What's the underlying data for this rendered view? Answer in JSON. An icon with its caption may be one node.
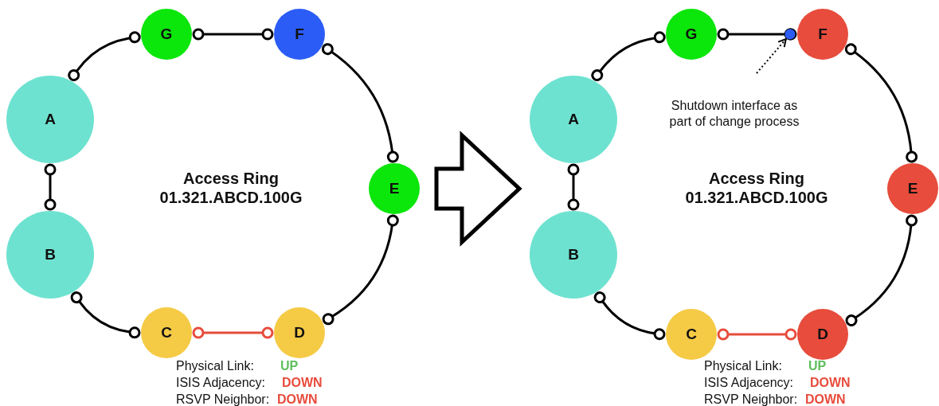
{
  "diagram": {
    "nodes": [
      {
        "text": [],
        "shape": "ring"
      },
      {
        "text": [
          "A"
        ],
        "in": 0
      },
      {
        "text": [
          "B"
        ],
        "in": 0
      },
      {
        "text": [
          "C"
        ],
        "in": 0
      },
      {
        "text": [
          "D"
        ],
        "in": 0
      },
      {
        "text": [
          "E"
        ],
        "in": 0
      },
      {
        "text": [
          "F"
        ],
        "in": 0
      },
      {
        "text": [
          "G"
        ],
        "in": 0
      },
      {
        "text": [],
        "shape": "ring"
      },
      {
        "text": [
          "A"
        ],
        "in": 8
      },
      {
        "text": [
          "B"
        ],
        "in": 8
      },
      {
        "text": [
          "C"
        ],
        "in": 8
      },
      {
        "text": [
          "D"
        ],
        "in": 8
      },
      {
        "text": [
          "E"
        ],
        "in": 8
      },
      {
        "text": [
          "F"
        ],
        "in": 8
      },
      {
        "text": [
          "G"
        ],
        "in": 8
      },
      {
        "text": [
          "Shutdown interface as part of change process"
        ],
        "in": 8
      },
      {
        "text": [],
        "shape": "circle"
      }
    ],
    "edges": [
      {
        "from": 1,
        "to": 2,
        "arrow": "other"
      },
      {
        "from": 2,
        "to": 3,
        "arrow": "other"
      },
      {
        "from": 3,
        "to": 4,
        "arrow": "other",
        "color": "#e74c3c"
      },
      {
        "from": 4,
        "to": 5,
        "arrow": "other"
      },
      {
        "from": 5,
        "to": 6,
        "arrow": "other"
      },
      {
        "from": 6,
        "to": 7,
        "arrow": "other"
      },
      {
        "from": 7,
        "to": 1,
        "arrow": "other"
      },
      {
        "from": 9,
        "to": 10,
        "arrow": "other"
      },
      {
        "from": 10,
        "to": 11,
        "arrow": "other"
      },
      {
        "from": 11,
        "to": 12,
        "arrow": "other",
        "color": "#e74c3c"
      },
      {
        "from": 12,
        "to": 13,
        "arrow": "other"
      },
      {
        "from": 13,
        "to": 14,
        "arrow": "other"
      },
      {
        "from": 15,
        "to": 14,
        "arrow": "other"
      },
      {
        "from": 15,
        "to": 9,
        "arrow": "other"
      },
      {
        "from": 16,
        "to": 17,
        "arrow": "to",
        "style": "dashed"
      },
      {
        "from": 0,
        "to": 8,
        "arrow": "to",
        "style": "thick"
      }
    ],
    "labels": [
      "Access Ring",
      "01.321.ABCD.100G",
      "Physical Link:",
      "UP",
      "ISIS Adjacency:",
      "DOWN",
      "RSVP Neighbor:",
      "DOWN",
      "Access Ring",
      "01.321.ABCD.100G",
      "Physical Link:",
      "UP",
      "ISIS Adjacency:",
      "DOWN",
      "RSVP Neighbor:",
      "DOWN"
    ]
  }
}
